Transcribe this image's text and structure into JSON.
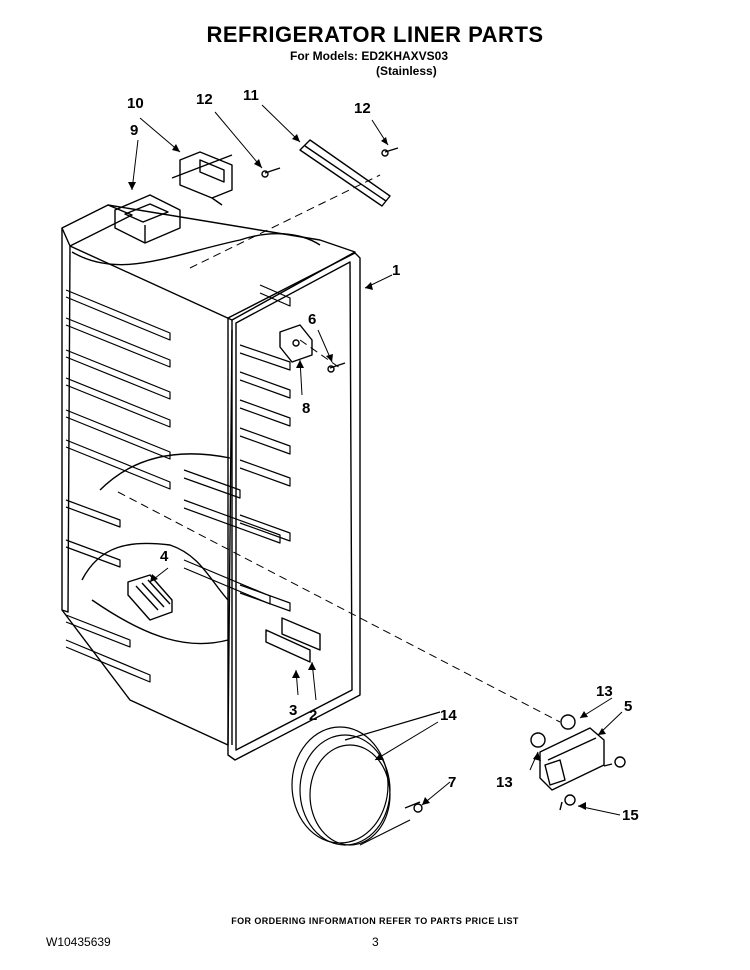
{
  "header": {
    "title": "REFRIGERATOR LINER PARTS",
    "models": "For Models: ED2KHAXVS03",
    "finish": "(Stainless)"
  },
  "callouts": {
    "c1": "1",
    "c2": "2",
    "c3": "3",
    "c4": "4",
    "c5": "5",
    "c6": "6",
    "c7": "7",
    "c8": "8",
    "c9": "9",
    "c10": "10",
    "c11": "11",
    "c12a": "12",
    "c12b": "12",
    "c13a": "13",
    "c13b": "13",
    "c14": "14",
    "c15": "15"
  },
  "footer": {
    "note": "FOR ORDERING INFORMATION REFER TO PARTS PRICE LIST",
    "doc_id": "W10435639",
    "page": "3"
  }
}
